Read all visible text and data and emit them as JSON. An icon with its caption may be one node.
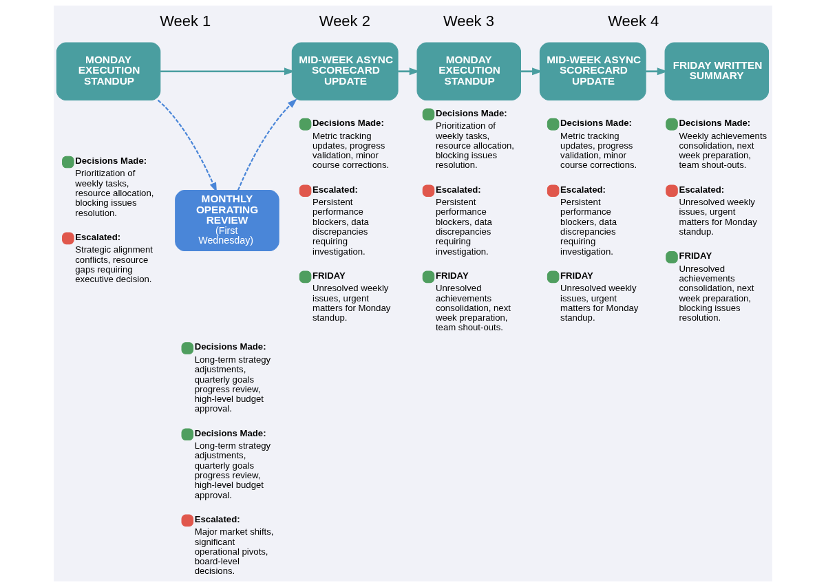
{
  "diagram": {
    "nodes": [
      {
        "text": [
          "MONDAY EXECUTION STANDUP"
        ],
        "beside": [
          "**Decisions Made:** Prioritization of weekly tasks, resource allocation, blocking issues resolution.",
          "**Escalated:** Strategic alignment conflicts, resource gaps requiring executive decision."
        ]
      },
      {
        "text": [
          "MONTHLY OPERATING REVIEW",
          "(First Wednesday)"
        ],
        "beside": [
          "**Decisions Made:** Long-term strategy adjustments, quarterly goals progress review, high-level budget approval.",
          "**Decisions Made:** Long-term strategy adjustments, quarterly goals progress review, high-level budget approval.",
          "**Escalated:** Major market shifts, significant operational pivots, board-level decisions."
        ]
      },
      {
        "text": [
          "MID-WEEK ASYNC SCORECARD UPDATE"
        ],
        "beside": [
          "**Decisions Made:** Metric tracking updates, progress validation, minor course corrections.",
          "**Escalated:** Persistent performance blockers, data discrepancies requiring investigation.",
          "**FRIDAY** Unresolved weekly issues, urgent matters for Monday standup."
        ]
      },
      {
        "text": [
          "MONDAY EXECUTION STANDUP"
        ],
        "beside": [
          "**Decisions Made:** Prioritization of weekly tasks, resource allocation, blocking issues resolution.",
          "**Escalated:** Persistent performance blockers, data discrepancies requiring investigation.",
          "**FRIDAY** Unresolved achievements consolidation, next week preparation, team shout-outs."
        ]
      },
      {
        "text": [
          "MID-WEEK ASYNC SCORECARD UPDATE"
        ],
        "beside": [
          "**Decisions Made:** Metric tracking updates, progress validation, minor course corrections.",
          "**Escalated:** Persistent performance blockers, data discrepancies requiring investigation.",
          "**FRIDAY** Unresolved weekly issues, urgent matters for Monday standup."
        ]
      },
      {
        "text": [
          "FRIDAY WRITTEN SUMMARY"
        ],
        "beside": [
          "**Decisions Made:** Weekly achievements consolidation, next week preparation, team shout-outs.",
          "**Escalated:** Unresolved weekly issues, urgent matters for Monday standup.",
          "**FRIDAY** Unresolved achievements consolidation, next week preparation, blocking issues resolution."
        ]
      }
    ],
    "edges": [
      {
        "from": 0,
        "to": 2,
        "arrow": "to"
      },
      {
        "from": 0,
        "to": 1,
        "arrow": "to",
        "style": "dashed",
        "color": "#4a86d8"
      },
      {
        "from": 1,
        "to": 2,
        "arrow": "to",
        "style": "dashed",
        "color": "#4a86d8"
      },
      {
        "from": 2,
        "to": 3,
        "arrow": "to"
      },
      {
        "from": 3,
        "to": 4,
        "arrow": "to"
      },
      {
        "from": 4,
        "to": 5,
        "arrow": "to"
      }
    ],
    "labels": [
      "Week 1",
      "Week 2",
      "Week 3",
      "Week 4"
    ]
  }
}
